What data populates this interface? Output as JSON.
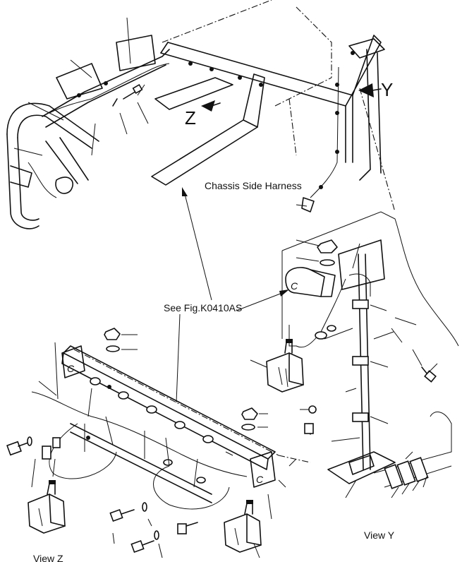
{
  "labels": {
    "chassis_side_harness": "Chassis Side Harness",
    "see_fig": "See Fig.K0410AS",
    "view_z": "View  Z",
    "view_y": "View  Y",
    "letter_z": "Z",
    "letter_y": "Y"
  }
}
